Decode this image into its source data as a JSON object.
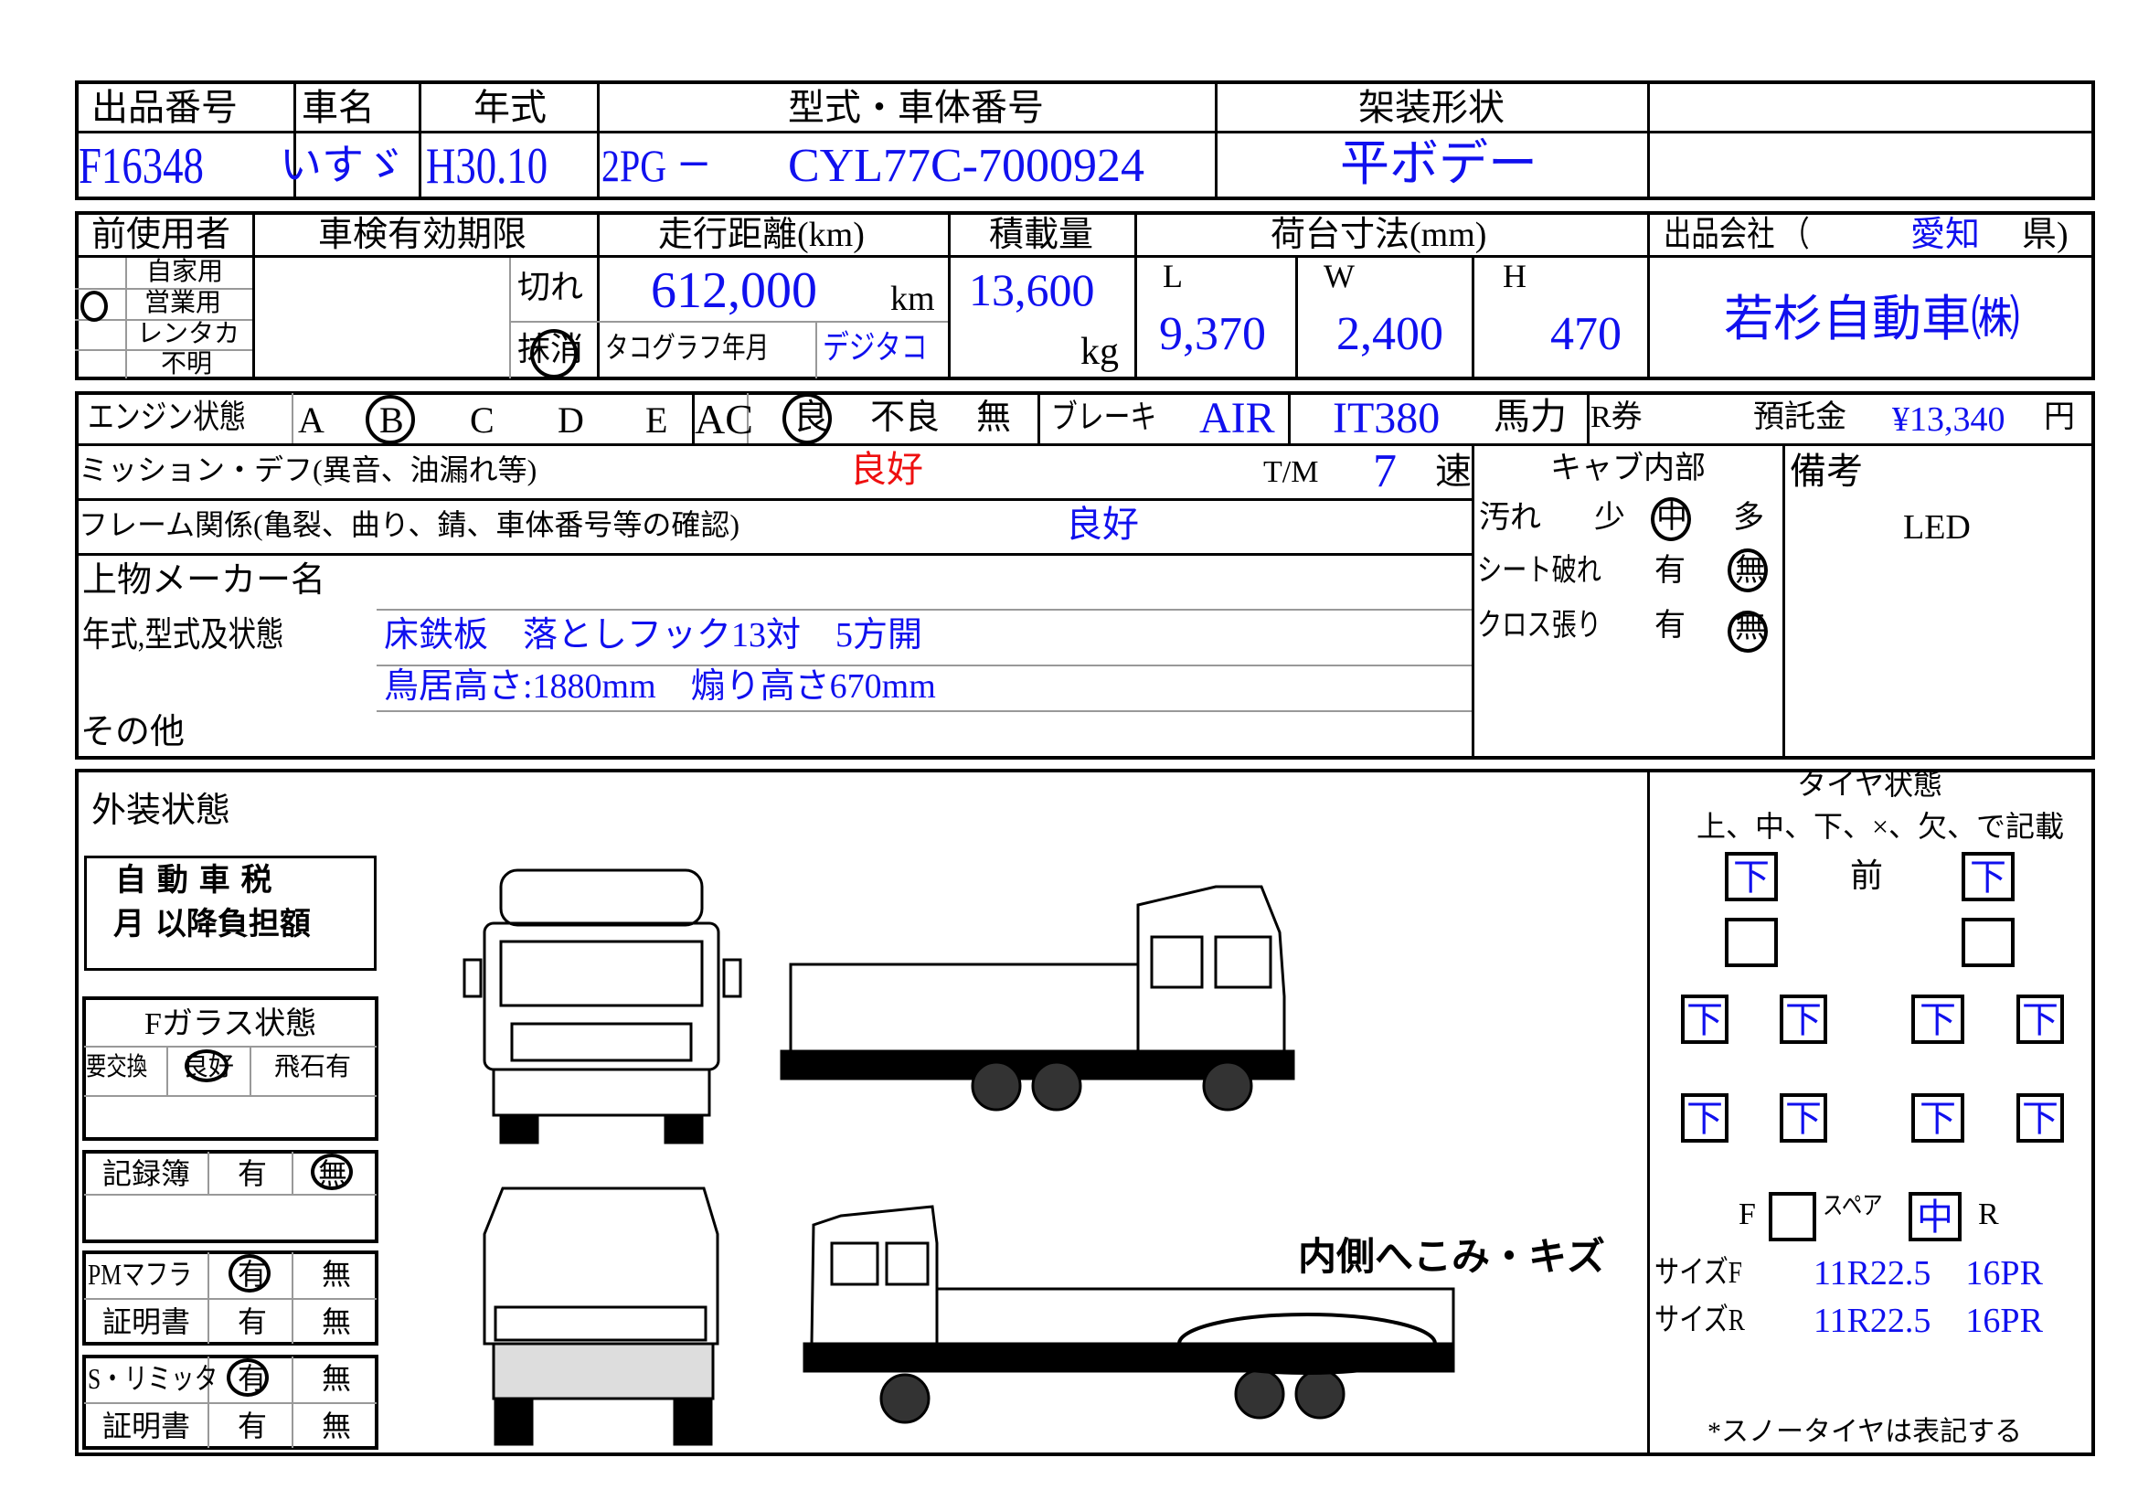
{
  "header": {
    "lot_label": "出品番号",
    "maker_label": "車名",
    "year_label": "年式",
    "model_label": "型式・車体番号",
    "body_label": "架装形状",
    "lot": "F16348",
    "maker": "いすゞ",
    "year": "H30.10",
    "model_prefix": "2PG －",
    "chassis": "CYL77C-7000924",
    "body": "平ボデー"
  },
  "info": {
    "prev_user_label": "前使用者",
    "user_types": [
      "自家用",
      "営業用",
      "レンタカ",
      "不明"
    ],
    "selected_user_type": "営業用",
    "inspection_label": "車検有効期限",
    "expired": "切れ",
    "cancelled": "抹消",
    "selected_inspection": "抹消",
    "mileage_label": "走行距離(km)",
    "mileage": "612,000",
    "km": "km",
    "tacho_label": "タコグラフ年月",
    "tacho": "デジタコ",
    "capacity_label": "積載量",
    "capacity": "13,600",
    "kg": "kg",
    "bed_label": "荷台寸法(mm)",
    "L_label": "L",
    "W_label": "W",
    "H_label": "H",
    "L": "9,370",
    "W": "2,400",
    "H": "470",
    "company_label": "出品会社 （",
    "prefecture": "愛知",
    "pref_suffix": "県)",
    "company": "若杉自動車㈱"
  },
  "engine": {
    "label": "エンジン状態",
    "grades": [
      "A",
      "B",
      "C",
      "D",
      "E"
    ],
    "selected": "B",
    "ac_label": "AC",
    "ac_options": [
      "良",
      "不良",
      "無"
    ],
    "ac_selected": "良",
    "brake_label": "ブレーキ",
    "brake": "AIR",
    "engine_model": "IT380",
    "hp_label": "馬力",
    "r_label": "R券",
    "deposit_label": "預託金",
    "deposit": "¥13,340",
    "yen": "円"
  },
  "mission": {
    "label": "ミッション・デフ(異音、油漏れ等)",
    "value": "良好",
    "tm_label": "T/M",
    "tm": "7",
    "speed_label": "速"
  },
  "frame": {
    "label": "フレーム関係(亀裂、曲り、錆、車体番号等の確認)",
    "value": "良好"
  },
  "upper": {
    "maker_label": "上物メーカー名",
    "spec_label": "年式,型式及状態",
    "lines": [
      "床鉄板　落としフック13対　5方開",
      "鳥居高さ:1880mm　煽り高さ670mm"
    ],
    "other_label": "その他"
  },
  "cab": {
    "title": "キャブ内部",
    "dirt_label": "汚れ",
    "dirt_options": [
      "少",
      "中",
      "多"
    ],
    "dirt_selected": "中",
    "seat_label": "シート破れ",
    "seat_options": [
      "有",
      "無"
    ],
    "seat_selected": "無",
    "cloth_label": "クロス張り",
    "cloth_options": [
      "有",
      "無"
    ],
    "cloth_selected": "無"
  },
  "remarks": {
    "label": "備考",
    "value": "LED"
  },
  "exterior": {
    "label": "外装状態",
    "tax_line1": "自 動 車 税",
    "tax_line2": "月 以降負担額",
    "glass_title": "Fガラス状態",
    "glass_options": [
      "要交換",
      "良好",
      "飛石有"
    ],
    "glass_selected": "良好",
    "record_label": "記録簿",
    "record_options": [
      "有",
      "無"
    ],
    "record_selected": "無",
    "pm_label": "PMマフラ",
    "pm_options": [
      "有",
      "無"
    ],
    "pm_selected": "有",
    "cert_label": "証明書",
    "pm_cert_options": [
      "有",
      "無"
    ],
    "sl_label": "S・リミッタ",
    "sl_options": [
      "有",
      "無"
    ],
    "sl_selected": "有",
    "sl_cert_options": [
      "有",
      "無"
    ],
    "damage_note": "内側へこみ・キズ"
  },
  "tires": {
    "title": "タイヤ状態",
    "instruction": "上、中、下、×、欠、で記載",
    "front_label": "前",
    "front": [
      "下",
      "下"
    ],
    "front2": [
      "",
      ""
    ],
    "rear1": [
      "下",
      "下",
      "下",
      "下"
    ],
    "rear2": [
      "下",
      "下",
      "下",
      "下"
    ],
    "spare_f_label": "F",
    "spare_label": "スペア",
    "spare_f": "",
    "spare_r": "中",
    "spare_r_label": "R",
    "size_f_label": "サイズF",
    "size_f": "11R22.5　16PR",
    "size_r_label": "サイズR",
    "size_r": "11R22.5　16PR",
    "note": "*スノータイヤは表記する"
  }
}
